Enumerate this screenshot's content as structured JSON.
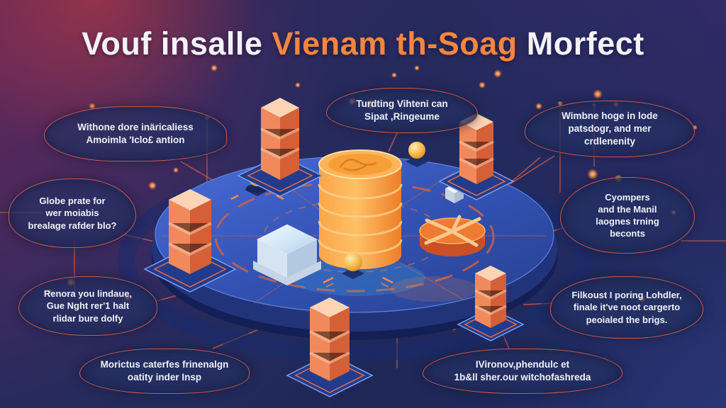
{
  "title": {
    "part1": "Vouf insalle",
    "part2": "Vienam th-Soag",
    "part3": "Morfect"
  },
  "bubbles": [
    {
      "id": "top-left",
      "text": "Withone dore inäricaliess\nAmoimla 'Iclo£ antion"
    },
    {
      "id": "top-center",
      "text": "Turdting Vihteni can\nSipat ,Ringeume"
    },
    {
      "id": "top-right",
      "text": "Wimbne hoge in lode\npatsdogr, and mer\ncrdlenenity"
    },
    {
      "id": "left-middle",
      "text": "Globe prate for\nwer moiabis\nbrealage rafder blo?"
    },
    {
      "id": "right-middle",
      "text": "Cyompers\nand the Manil\nlaognes trning\nbeconts"
    },
    {
      "id": "left-bottom",
      "text": "Renora you lindaue,\nGue Nght rer'1 halt\nrlidar bure dolfy"
    },
    {
      "id": "right-bottom",
      "text": "Filkoust I poring Lohdler,\nfinale it've noot cargerto\npeoialed the brigs."
    },
    {
      "id": "bottom-left",
      "text": "Morictus caterfes frinenalgn\noatity inder Insp"
    },
    {
      "id": "bottom-right",
      "text": "IVironov,phendulc et\n1b&ll sher.our witchofashreda"
    }
  ],
  "colors": {
    "accent_orange": "#f5853f",
    "bubble_border": "#d35d4c",
    "platform_blue": "#3a57b4",
    "background_navy": "#232a5a",
    "coin_orange": "#f79b3c",
    "tower_orange": "#e8744c"
  },
  "scene": {
    "icons": [
      "coin-stack-icon",
      "token-disc-icon",
      "cube-tower-icon",
      "sphere-node-icon",
      "glass-cube-icon",
      "silver-cube-icon",
      "platform-disc",
      "speech-bubble"
    ]
  }
}
